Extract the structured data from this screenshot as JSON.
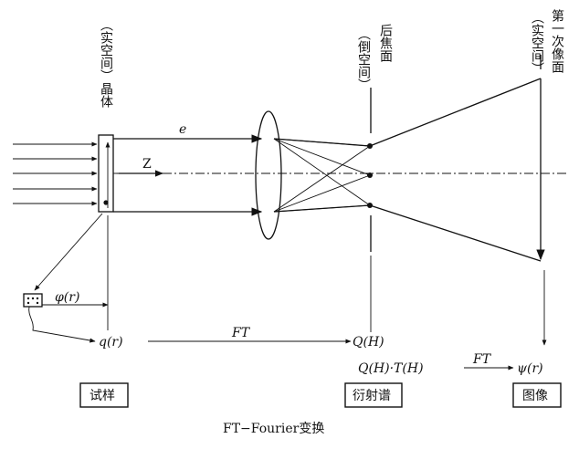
{
  "labels": {
    "crystal_vertical": "（实空间）晶体",
    "back_focal_vertical": "后焦面",
    "back_focal_sub_vertical": "（倒空间）",
    "image_plane_vertical": "第一次像面",
    "image_plane_sub_vertical": "（实空间）",
    "ray_label": "e",
    "axis_label": "Z",
    "phi_label": "φ(r)",
    "q_label": "q(r)",
    "ft_label_1": "FT",
    "Q_label": "Q(H)",
    "product_label": "Q(H)·T(H)",
    "ft_label_2": "FT",
    "psi_label": "ψ(r)",
    "box_sample": "试样",
    "box_diffraction": "衍射谱",
    "box_image": "图像",
    "caption": "FT−Fourier变换"
  }
}
